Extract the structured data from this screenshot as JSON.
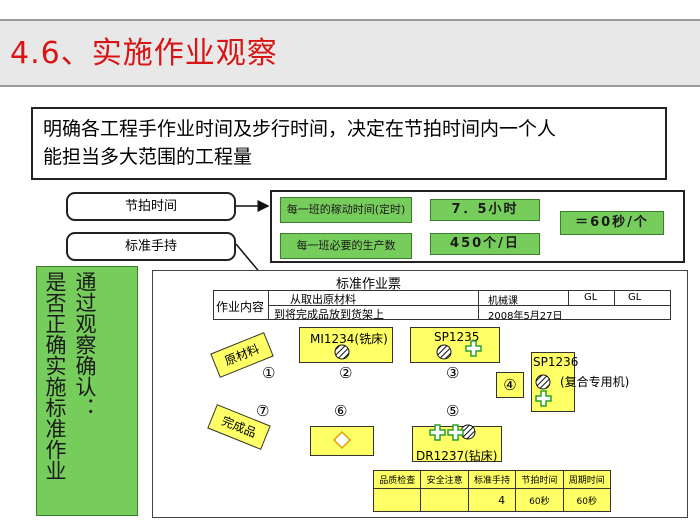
{
  "title": "4.6、实施作业观察",
  "description": {
    "line1": "明确各工程手作业时间及步行时间，决定在节拍时间内一个人",
    "line2": "能担当多大范围的工程量"
  },
  "labels": {
    "takt_time": "节拍时间",
    "standard_wip": "标准手持"
  },
  "formula": {
    "operating_time_label": "每一班的稼动时间(定时)",
    "operating_time_value": "7．5小时",
    "required_output_label": "每一班必要的生产数",
    "required_output_value": "450个/日",
    "result": "＝60秒/个"
  },
  "vertical_text": {
    "col1": "通过观察确认：",
    "col2": "是否正确实施标准作业"
  },
  "sheet": {
    "title": "标准作业票",
    "content_label": "作业内容",
    "from_text": "从取出原材料",
    "to_text": "到将完成品放到货架上",
    "dept": "机械课",
    "date": "2008年5月27日",
    "gl1": "GL",
    "gl2": "GL",
    "raw_material": "原材料",
    "finished_goods": "完成品",
    "machine1": "MI1234(铣床)",
    "machine2": "SP1235",
    "machine3": "SP1236",
    "machine3_sub": "(复合专用机)",
    "machine4": "DR1237(钻床)",
    "steps": [
      "①",
      "②",
      "③",
      "④",
      "⑤",
      "⑥",
      "⑦"
    ]
  },
  "legend": {
    "headers": [
      "品质检查",
      "安全注意",
      "标准手持",
      "节拍时间",
      "周期时间"
    ],
    "wip_count": "4",
    "takt": "60秒",
    "cycle": "60秒"
  },
  "colors": {
    "title_red": "#d81414",
    "green": "#77cd5c",
    "yellow": "#ffff66"
  }
}
